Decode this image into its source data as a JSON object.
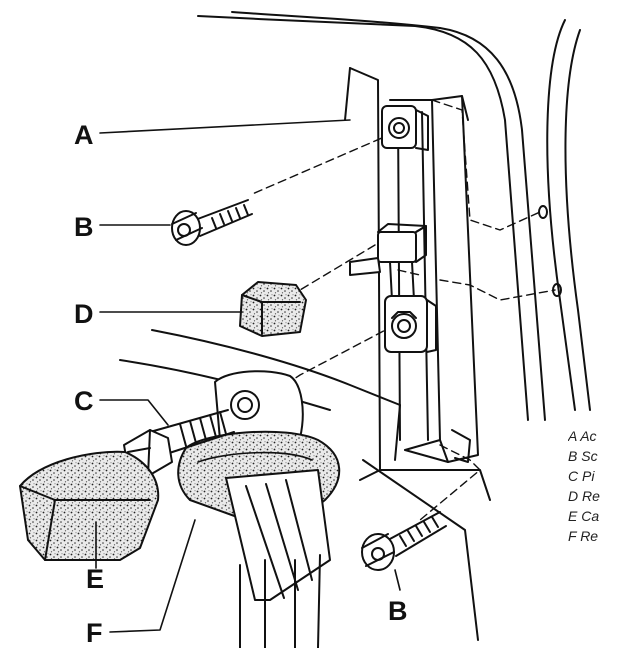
{
  "callouts": {
    "a": "A",
    "b_top": "B",
    "d": "D",
    "c": "C",
    "e": "E",
    "f": "F",
    "b_bottom": "B"
  },
  "legend": [
    "A Ac",
    "B Sc",
    "C Pi",
    "D Re",
    "E Ca",
    "F Re"
  ]
}
